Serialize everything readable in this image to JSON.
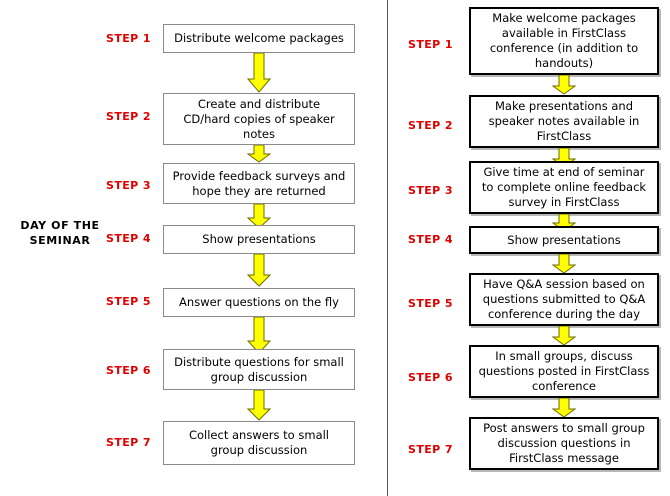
{
  "diagram": {
    "title_caption": "DAY OF\nTHE\nSEMINAR",
    "accent_step_color": "#e00000",
    "arrow_fill_color": "#ffff00",
    "arrow_stroke_color": "#808000",
    "left_box_border_color": "#8a8a8a",
    "right_box_border_color": "#000000",
    "divider_color": "#555555",
    "background_color": "#ffffff"
  },
  "left_panel": {
    "steps": [
      {
        "label": "STEP 1",
        "text": "Distribute welcome packages"
      },
      {
        "label": "STEP 2",
        "text": "Create and distribute\nCD/hard copies of speaker\nnotes"
      },
      {
        "label": "STEP 3",
        "text": "Provide feedback surveys and\nhope they are returned"
      },
      {
        "label": "STEP 4",
        "text": "Show presentations"
      },
      {
        "label": "STEP 5",
        "text": "Answer questions on the fly"
      },
      {
        "label": "STEP 6",
        "text": "Distribute questions for small\ngroup discussion"
      },
      {
        "label": "STEP 7",
        "text": "Collect answers to small\ngroup discussion"
      }
    ]
  },
  "right_panel": {
    "steps": [
      {
        "label": "STEP 1",
        "text": "Make welcome packages\navailable in FirstClass\nconference (in addition to\nhandouts)"
      },
      {
        "label": "STEP 2",
        "text": "Make presentations and\nspeaker notes available in\nFirstClass"
      },
      {
        "label": "STEP 3",
        "text": "Give time at end of seminar\nto complete online feedback\nsurvey in FirstClass"
      },
      {
        "label": "STEP 4",
        "text": "Show presentations"
      },
      {
        "label": "STEP 5",
        "text": "Have Q&A session based on\nquestions submitted to Q&A\nconference during the day"
      },
      {
        "label": "STEP 6",
        "text": "In small groups, discuss\nquestions posted in FirstClass\nconference"
      },
      {
        "label": "STEP 7",
        "text": "Post answers to small group\ndiscussion questions in\nFirstClass message"
      }
    ]
  }
}
